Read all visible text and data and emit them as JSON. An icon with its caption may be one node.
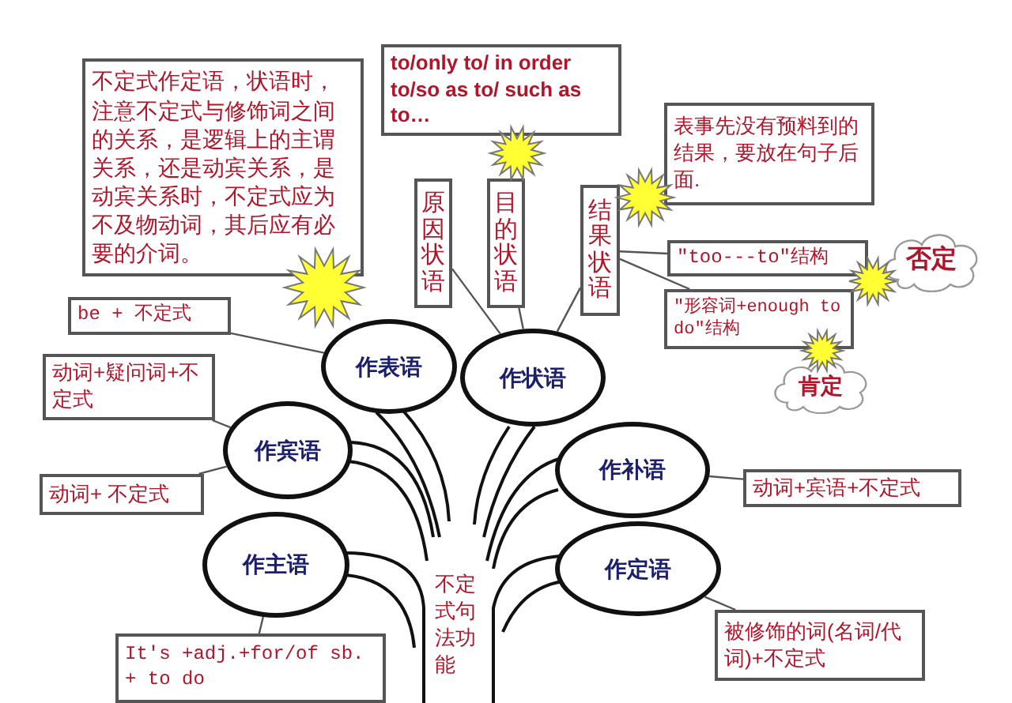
{
  "diagram": {
    "nodes": [
      {
        "text": [
          "不定式作定语，状语时，注意不定式与修饰词之间的关系，是逻辑上的主谓关系，还是动宾关系，是动宾关系时，不定式应为不及物动词，其后应有必要的介词。"
        ]
      },
      {
        "text": [
          "to/only to/ in order to/so as to/ such as to…"
        ]
      },
      {
        "text": [
          "表事先没有预料到的结果，要放在句子后面."
        ]
      },
      {
        "text": [
          "原因状语"
        ]
      },
      {
        "text": [
          "目的状语"
        ]
      },
      {
        "text": [
          "结果状语"
        ]
      },
      {
        "text": [
          "be + 不定式"
        ]
      },
      {
        "text": [
          "动词+疑问词+不定式"
        ]
      },
      {
        "text": [
          "作表语"
        ]
      },
      {
        "text": [
          "作状语"
        ]
      },
      {
        "text": [
          "作宾语"
        ]
      },
      {
        "text": [
          "\"too---to\"结构"
        ]
      },
      {
        "text": [
          "否定"
        ]
      },
      {
        "text": [
          "\"形容词+enough to do\"结构"
        ]
      },
      {
        "text": [
          "肯定"
        ]
      },
      {
        "text": [
          "作补语"
        ]
      },
      {
        "text": [
          "动词+宾语+不定式"
        ]
      },
      {
        "text": [
          "动词+ 不定式"
        ]
      },
      {
        "text": [
          "作主语"
        ]
      },
      {
        "text": [
          "作定语"
        ]
      },
      {
        "text": [
          "被修饰的词(名词/代词)+不定式"
        ]
      },
      {
        "text": [
          "It's +adj.+for/of sb. + to do"
        ]
      }
    ],
    "edges": [
      {
        "from": 6,
        "to": 8,
        "arrow": "none"
      },
      {
        "from": 7,
        "to": 10,
        "arrow": "none"
      },
      {
        "from": 17,
        "to": 10,
        "arrow": "none"
      },
      {
        "from": 3,
        "to": 9,
        "arrow": "none"
      },
      {
        "from": 4,
        "to": 9,
        "arrow": "none"
      },
      {
        "from": 5,
        "to": 9,
        "arrow": "none"
      },
      {
        "from": 5,
        "to": 11,
        "arrow": "none"
      },
      {
        "from": 5,
        "to": 13,
        "arrow": "none"
      },
      {
        "from": 15,
        "to": 16,
        "arrow": "none"
      },
      {
        "from": 19,
        "to": 20,
        "arrow": "none"
      },
      {
        "from": 18,
        "to": 21,
        "arrow": "none"
      }
    ],
    "labels": [
      "不定式句法功能"
    ]
  }
}
